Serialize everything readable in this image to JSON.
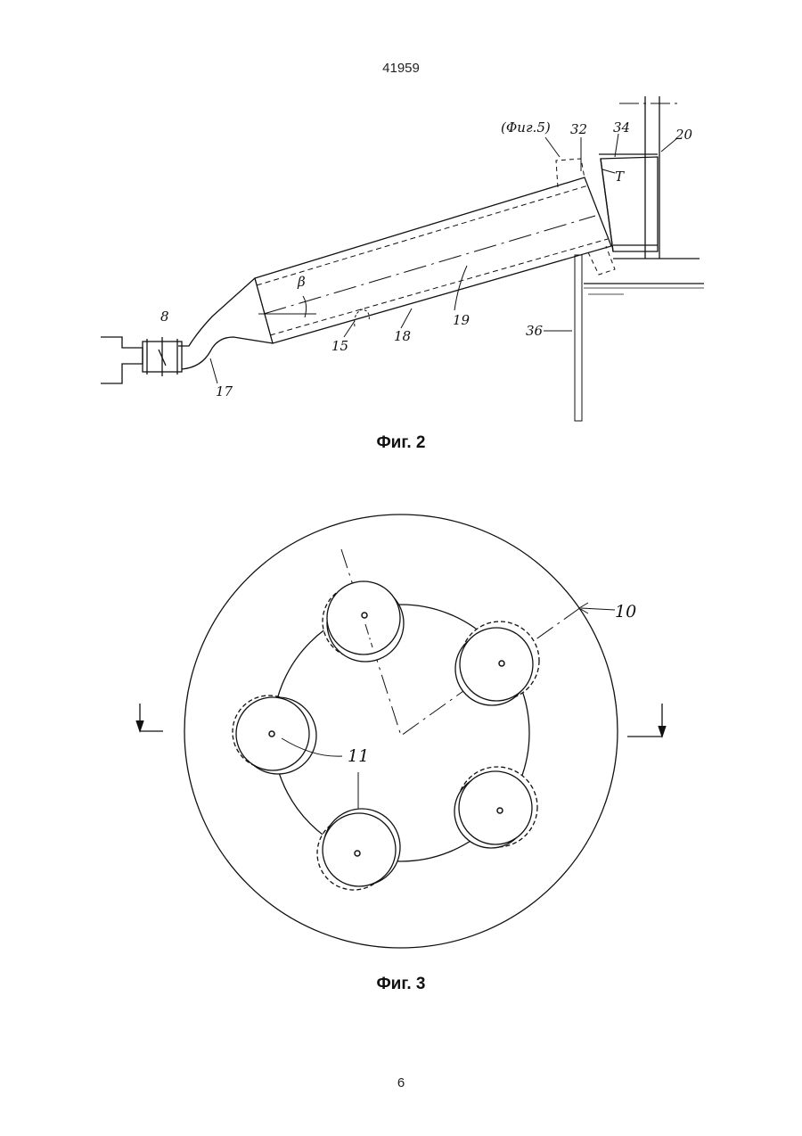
{
  "header": {
    "doc_number": "41959"
  },
  "figure2": {
    "caption": "Фиг. 2",
    "labels": {
      "ref_fig5": "(Фиг.5)",
      "n32": "32",
      "n34": "34",
      "n20": "20",
      "nT": "T",
      "beta": "β",
      "n8": "8",
      "n15": "15",
      "n18": "18",
      "n19": "19",
      "n36": "36",
      "n17": "17"
    }
  },
  "figure3": {
    "caption": "Фиг. 3",
    "labels": {
      "n10": "10",
      "n11": "11"
    }
  },
  "footer": {
    "page_number": "6"
  }
}
